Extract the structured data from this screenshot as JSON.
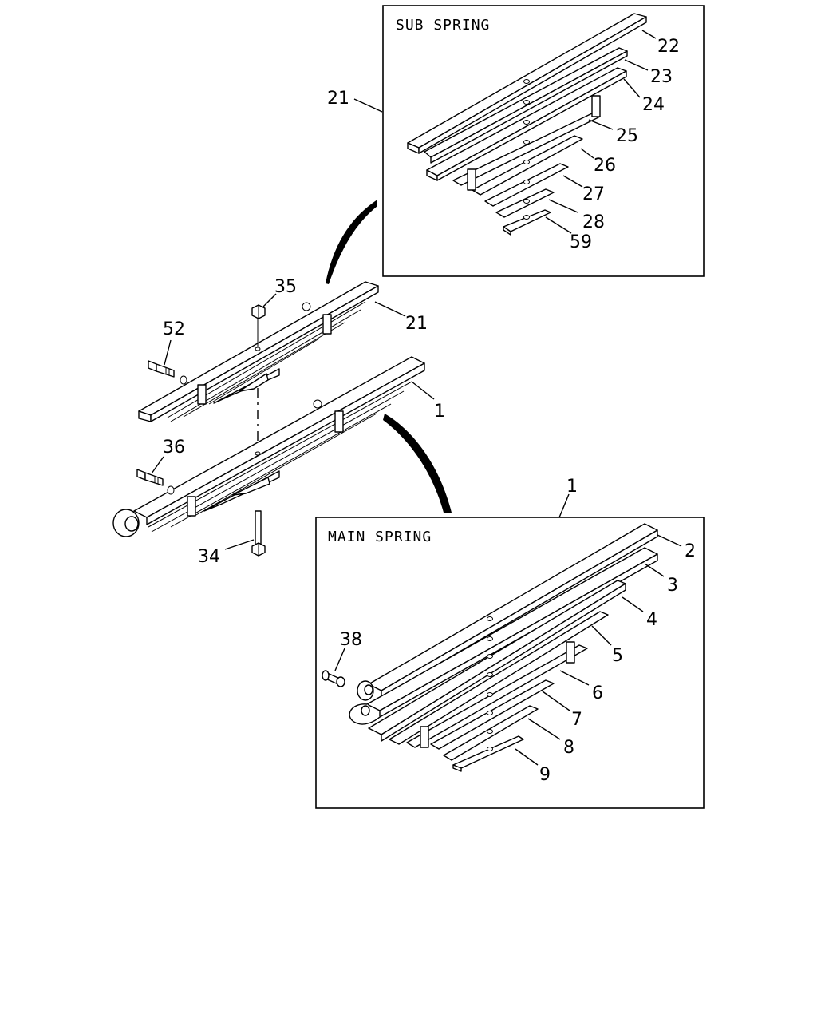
{
  "sub_spring": {
    "title": "SUB SPRING",
    "callouts": [
      "22",
      "23",
      "24",
      "25",
      "26",
      "27",
      "28",
      "59"
    ]
  },
  "main_spring": {
    "title": "MAIN SPRING",
    "callouts": [
      "2",
      "3",
      "4",
      "5",
      "6",
      "7",
      "8",
      "9",
      "38"
    ]
  },
  "assembly": {
    "callouts": {
      "sub_ref": "21",
      "sub_box_ref": "21",
      "main_ref": "1",
      "main_box_ref": "1",
      "nut": "35",
      "bolt_upper": "52",
      "bolt_lower": "36",
      "center_bolt": "34"
    }
  }
}
